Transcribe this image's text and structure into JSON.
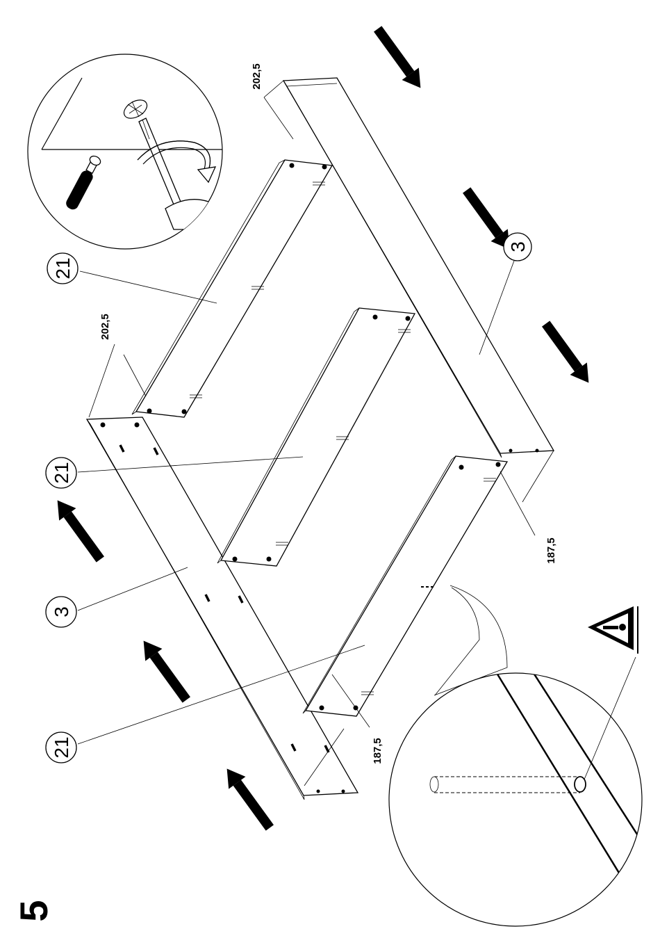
{
  "step": {
    "number": "5"
  },
  "parts": [
    {
      "id": "part-21-top",
      "label": "21"
    },
    {
      "id": "part-21-middle",
      "label": "21"
    },
    {
      "id": "part-21-bottom",
      "label": "21"
    },
    {
      "id": "part-3-right",
      "label": "3"
    },
    {
      "id": "part-3-left",
      "label": "3"
    }
  ],
  "dimensions": {
    "top_right": "202,5",
    "top_left": "202,5",
    "bottom_right": "187,5",
    "bottom_middle": "187,5"
  },
  "icons": {
    "screwdriver_detail": "screwdriver-detail-icon",
    "warning": "warning-triangle-icon",
    "dowel_detail": "dowel-detail-icon"
  }
}
